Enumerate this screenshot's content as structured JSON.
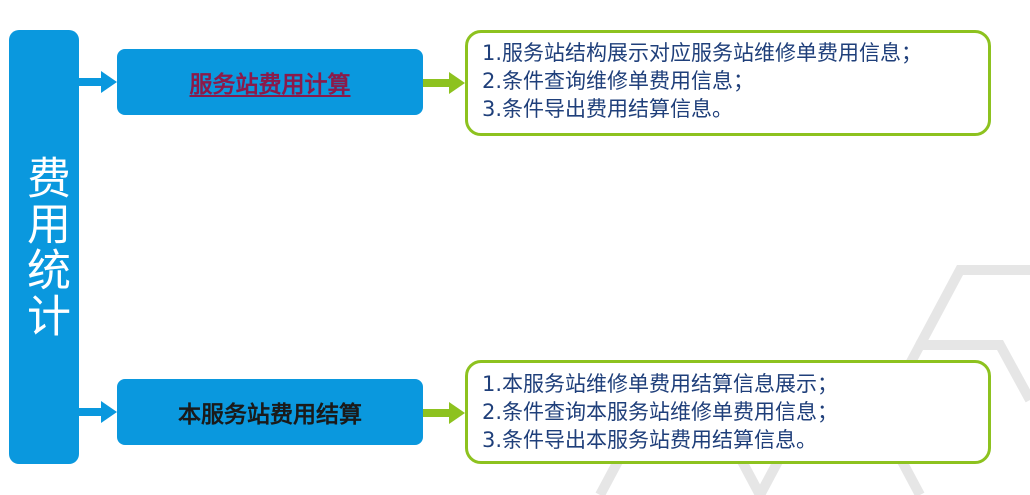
{
  "diagram": {
    "main": {
      "title": "费用统计"
    },
    "branches": [
      {
        "label": "服务站费用计算",
        "details": [
          "1.服务站结构展示对应服务站维修单费用信息；",
          "2.条件查询维修单费用信息；",
          "3.条件导出费用结算信息。"
        ]
      },
      {
        "label": "本服务站费用结算",
        "details": [
          "1.本服务站维修单费用结算信息展示；",
          "2.条件查询本服务站维修单费用信息；",
          "3.条件导出本服务站费用结算信息。"
        ]
      }
    ],
    "colors": {
      "box_fill": "#0a98de",
      "info_border": "#8dc21f",
      "green_arrow": "#8dc21f",
      "info_text": "#1f3f7a",
      "link_text": "#8b1a4a"
    }
  }
}
